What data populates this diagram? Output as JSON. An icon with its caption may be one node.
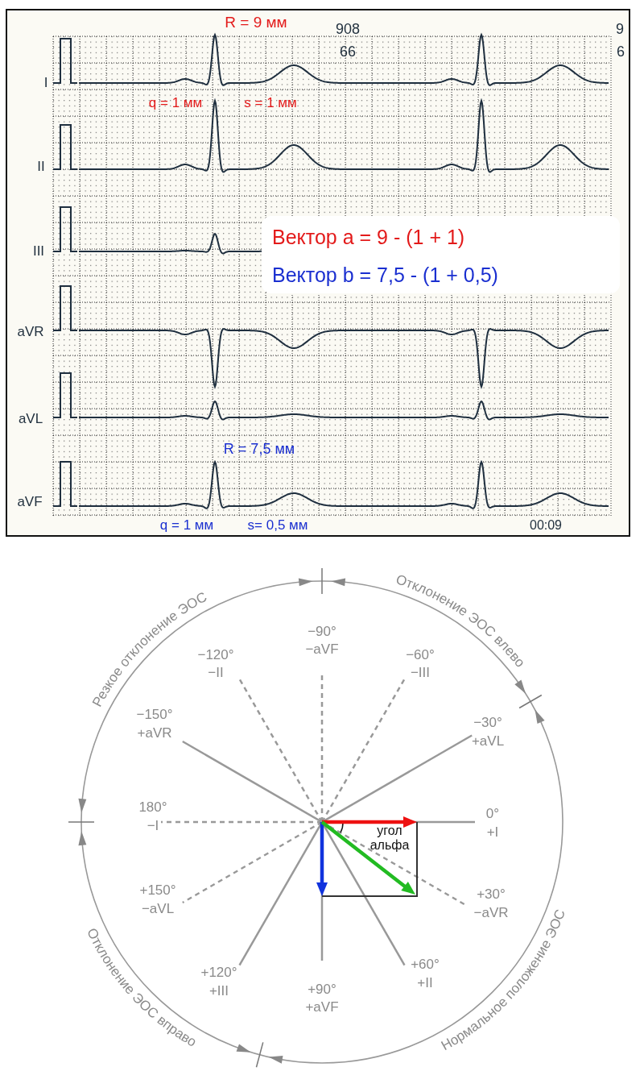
{
  "diagram": {
    "labels": [
      "R = 9 мм",
      "908",
      "9",
      "66",
      "6",
      "I",
      "q = 1 мм",
      "s = 1 мм",
      "II",
      "III",
      "Вектор  a =  9  - (1 + 1)",
      "Вектор  b = 7,5 - (1 + 0,5)",
      "aVR",
      "aVL",
      "R = 7,5 мм",
      "aVF",
      "q = 1 мм",
      "s= 0,5 мм",
      "00:09",
      "Резкое отклонение ЭОС",
      "Отклонение ЭОС влево",
      "−90°",
      "−aVF",
      "−120°",
      "−II",
      "−60°",
      "−III",
      "−150°",
      "+aVR",
      "−30°",
      "+aVL",
      "180°",
      "−I",
      "0°",
      "+I",
      "угол альфа",
      "+150°",
      "−aVL",
      "+30°",
      "−aVR",
      "+60°",
      "+II",
      "+120°",
      "+III",
      "+90°",
      "+aVF",
      "Отклонение ЭОС вправо",
      "Нормальное положение ЭОС"
    ]
  }
}
